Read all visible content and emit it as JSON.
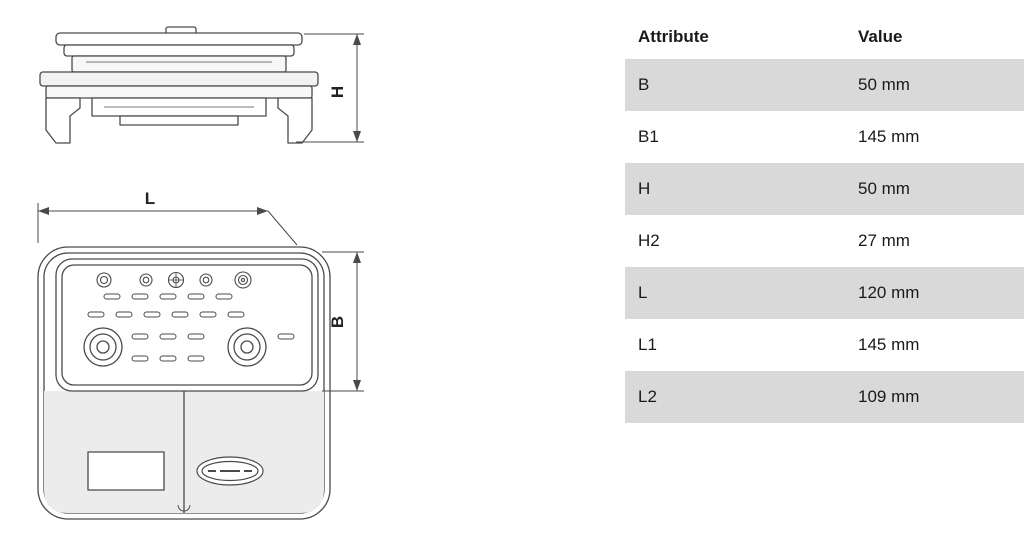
{
  "diagram": {
    "labels": {
      "h": "H",
      "l": "L",
      "b": "B"
    }
  },
  "table": {
    "headers": [
      "Attribute",
      "Value"
    ],
    "shade_color": "#d9d9d9",
    "rows": [
      {
        "attribute": "B",
        "value": "50 mm"
      },
      {
        "attribute": "B1",
        "value": "145 mm"
      },
      {
        "attribute": "H",
        "value": "50 mm"
      },
      {
        "attribute": "H2",
        "value": "27 mm"
      },
      {
        "attribute": "L",
        "value": "120 mm"
      },
      {
        "attribute": "L1",
        "value": "145 mm"
      },
      {
        "attribute": "L2",
        "value": "109 mm"
      }
    ]
  }
}
